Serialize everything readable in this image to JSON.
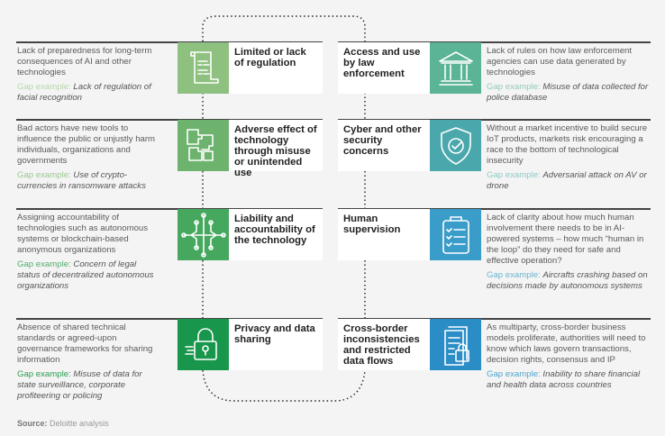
{
  "left": [
    {
      "title": "Limited or lack of regulation",
      "icon": "scroll-icon",
      "color": "#8ec07f",
      "gap_color": "#b8d8ab",
      "desc": "Lack of preparedness for long-term consequences of AI and other technologies",
      "gap_label": "Gap example:",
      "gap": "Lack of regulation of facial recognition"
    },
    {
      "title": "Adverse effect of technology through misuse or unintended use",
      "icon": "puzzle-icon",
      "color": "#6db36e",
      "gap_color": "#98ca8f",
      "desc": "Bad actors have new tools to influence the public or unjustly harm individuals, organizations and governments",
      "gap_label": "Gap example:",
      "gap": "Use of crypto-currencies in ransomware attacks"
    },
    {
      "title": "Liability and accountability of the technology",
      "icon": "circuit-icon",
      "color": "#45a85e",
      "gap_color": "#52ae6c",
      "desc": "Assigning accountability of technologies such as autonomous systems or blockchain-based anonymous organizations",
      "gap_label": "Gap example:",
      "gap": "Concern of legal status of decentralized autonomous organizations"
    },
    {
      "title": "Privacy and data sharing",
      "icon": "padlock-icon",
      "color": "#17964c",
      "gap_color": "#2a9c52",
      "desc": "Absence of shared technical standards or agreed-upon governance frameworks for sharing information",
      "gap_label": "Gap example:",
      "gap": "Misuse of data for state surveillance, corporate profiteering or policing"
    }
  ],
  "right": [
    {
      "title": "Access and use by law enforcement",
      "icon": "courthouse-icon",
      "color": "#5ab495",
      "gap_color": "#93ccb4",
      "desc": "Lack of rules on how law enforcement agencies can use data generated by technologies",
      "gap_label": "Gap example:",
      "gap": "Misuse of data collected for police database"
    },
    {
      "title": "Cyber and other security concerns",
      "icon": "shield-check-icon",
      "color": "#4aa8ac",
      "gap_color": "#8fcac8",
      "desc": "Without a market incentive to build secure IoT products, markets risk encouraging a race to the bottom of technological insecurity",
      "gap_label": "Gap example:",
      "gap": "Adversarial attack on AV or drone"
    },
    {
      "title": "Human supervision",
      "icon": "clipboard-checklist-icon",
      "color": "#3a9cc8",
      "gap_color": "#6ab5d2",
      "desc": "Lack of clarity about how much human involvement there needs to be in AI-powered systems – how much “human in the loop” do they need for safe and effective operation?",
      "gap_label": "Gap example:",
      "gap": "Aircrafts crashing based on decisions made by autonomous systems"
    },
    {
      "title": "Cross-border inconsistencies and restricted data flows",
      "icon": "locked-documents-icon",
      "color": "#2b8dc6",
      "gap_color": "#4ea6cf",
      "desc": "As multiparty, cross-border business models proliferate, authorities will need to know which laws govern transactions, decision rights, consensus and IP",
      "gap_label": "Gap example:",
      "gap": "Inability to share financial and health data across countries"
    }
  ],
  "source": {
    "label": "Source:",
    "text": "Deloitte analysis"
  }
}
